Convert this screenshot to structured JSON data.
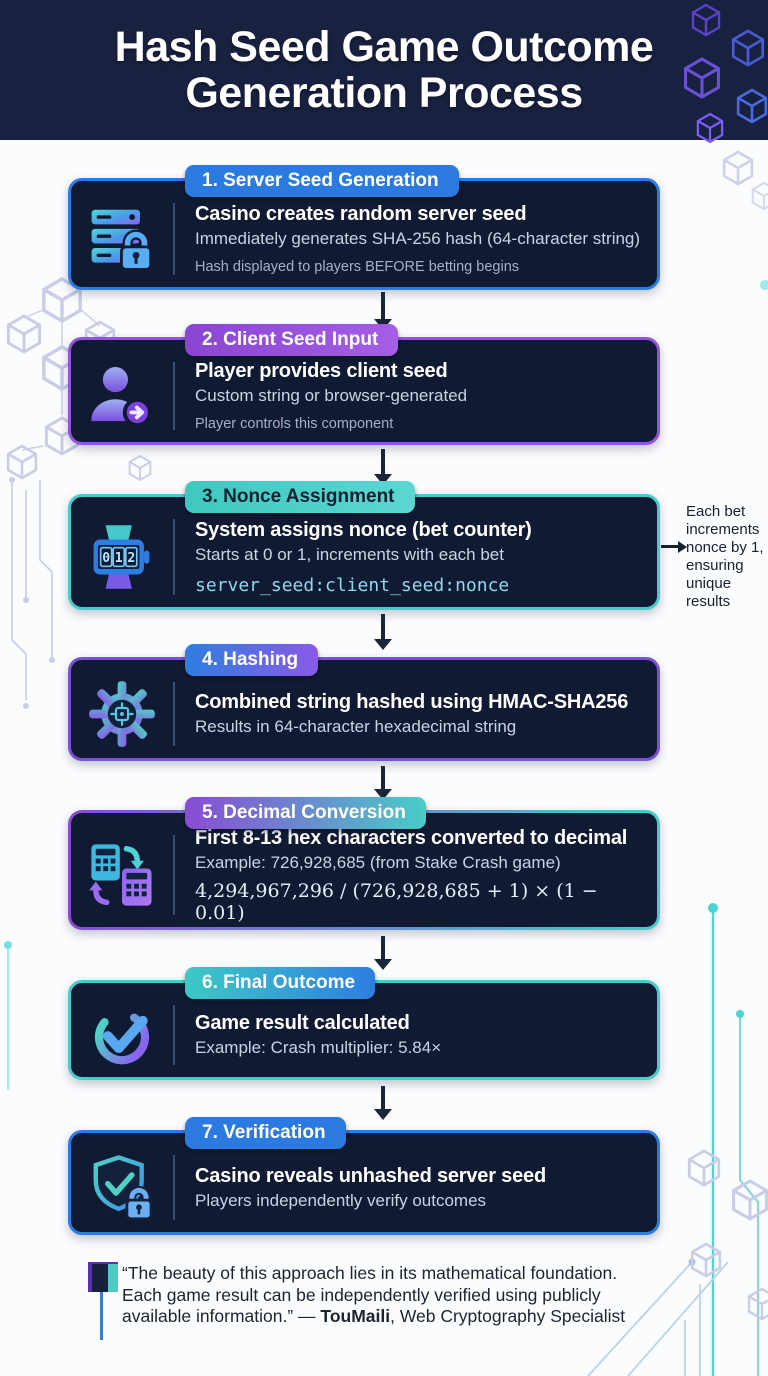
{
  "title": {
    "line1": "Hash Seed Game Outcome",
    "line2": "Generation Process"
  },
  "steps": [
    {
      "badge": "1. Server Seed Generation",
      "heading": "Casino creates random server seed",
      "subheading": "Immediately generates SHA-256 hash (64-character string)",
      "note": "Hash displayed to players BEFORE betting begins",
      "icon": "server-lock-icon",
      "accent": "#2b7ce0"
    },
    {
      "badge": "2. Client Seed Input",
      "heading": "Player provides client seed",
      "subheading": "Custom string or browser-generated",
      "note": "Player controls this component",
      "icon": "user-arrow-icon",
      "accent": "#9254dd"
    },
    {
      "badge": "3. Nonce Assignment",
      "heading": "System assigns nonce (bet counter)",
      "subheading": "Starts at 0 or 1, increments with each bet",
      "code": "server_seed:client_seed:nonce",
      "icon": "counter-watch-icon",
      "accent": "#46ccca"
    },
    {
      "badge": "4. Hashing",
      "heading": "Combined string hashed using HMAC-SHA256",
      "subheading": "Results in 64-character hexadecimal string",
      "icon": "gear-chip-icon",
      "accent": "#7b51d4"
    },
    {
      "badge": "5. Decimal Conversion",
      "heading": "First 8-13 hex characters converted to decimal",
      "subheading": "Example: 726,928,685 (from Stake Crash game)",
      "formula": "4,294,967,296 / (726,928,685 + 1) × (1 − 0.01)",
      "icon": "calculator-swap-icon",
      "accent": "#8a4bd4"
    },
    {
      "badge": "6. Final Outcome",
      "heading": "Game result calculated",
      "subheading": "Example: Crash multiplier: 5.84×",
      "icon": "check-circle-icon",
      "accent": "#46ccca"
    },
    {
      "badge": "7. Verification",
      "heading": "Casino reveals unhashed server seed",
      "subheading": "Players independently verify outcomes",
      "icon": "shield-lock-icon",
      "accent": "#2b7ce0"
    }
  ],
  "annotation": {
    "text": "Each bet increments nonce by 1, ensuring unique results"
  },
  "quote": {
    "text": "“The beauty of this approach lies in its mathematical foundation. Each game result can be independently verified using publicly available information.” — ",
    "author": "TouMaili",
    "role": ", Web Cryptography Specialist"
  },
  "colors": {
    "header_bg": "#192140",
    "card_bg": "#101b33",
    "accent_blue": "#2b7ce0",
    "accent_purple": "#9254dd",
    "accent_teal": "#46ccca",
    "code_text": "#8fd8e8",
    "arrow": "#1b2438"
  }
}
